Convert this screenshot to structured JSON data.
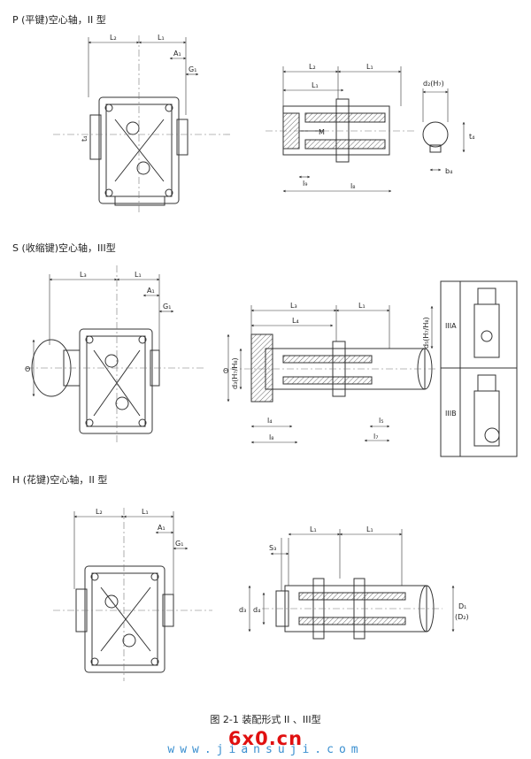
{
  "sections": {
    "p": {
      "title": "P (平键)空心轴，II 型"
    },
    "s": {
      "title": "S (收缩键)空心轴，III型"
    },
    "h": {
      "title": "H (花键)空心轴，II 型"
    }
  },
  "labels": {
    "L1": "L₁",
    "L2": "L₂",
    "L3": "L₃",
    "L4": "L₄",
    "A1": "A₁",
    "G1": "G₁",
    "M": "M",
    "l4": "l₄",
    "l5": "l₅",
    "l7": "l₇",
    "l8": "l₈",
    "l9": "l₉",
    "t4": "t₄",
    "b4": "b₄",
    "S3": "S₃",
    "d2H7": "d₂(H₇)",
    "d3H7H8": "d₃(H₇/H₈)",
    "d5H7H8": "d₅(H₇/H₈)",
    "theta": "Θ",
    "d3": "d₃",
    "d4": "d₄",
    "D1": "D₁",
    "D2": "(D₂)",
    "IIIA": "IIIA",
    "IIIB": "IIIB"
  },
  "caption": "图 2-1 装配形式    II 、III型",
  "watermark": {
    "main": "6x0.cn",
    "sub": "www.jiansuji.com"
  },
  "colors": {
    "line": "#333333",
    "center": "#777777",
    "watermark_red": "#e01010",
    "watermark_blue": "#3a8fd0"
  }
}
